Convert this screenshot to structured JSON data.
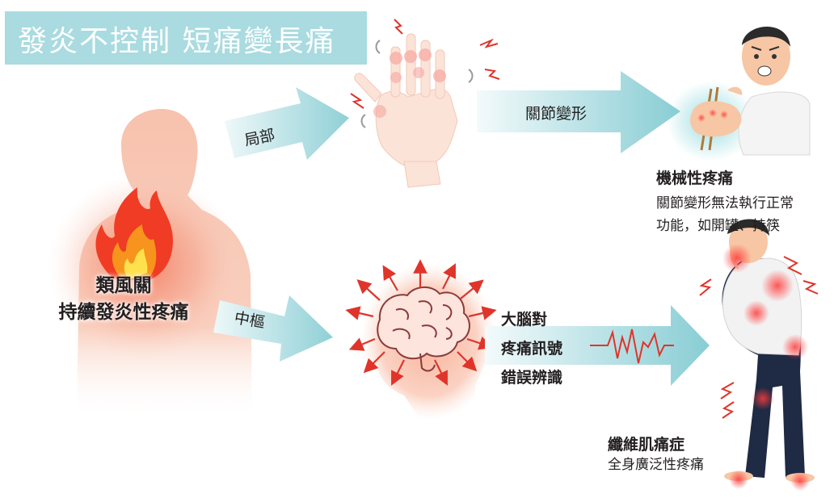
{
  "title": "發炎不控制  短痛變長痛",
  "center": {
    "line1": "類風關",
    "line2": "持續發炎性疼痛"
  },
  "arrows": {
    "local": "局部",
    "joint_deformation": "關節變形",
    "central": "中樞"
  },
  "mechanical_pain": {
    "heading": "機械性疼痛",
    "desc_line1": "關節變形無法執行正常",
    "desc_line2": "功能，如開罐、持筷"
  },
  "brain_signal": {
    "line1": "大腦對",
    "line2": "疼痛訊號",
    "line3": "錯誤辨識"
  },
  "fibromyalgia": {
    "heading": "纖維肌痛症",
    "desc": "全身廣泛性疼痛"
  },
  "colors": {
    "banner": "#a9dbe0",
    "arrow_start": "#e8f6f7",
    "arrow_end": "#8fd0d6",
    "pain_red": "#e0342a",
    "skin": "#f4b39a"
  }
}
